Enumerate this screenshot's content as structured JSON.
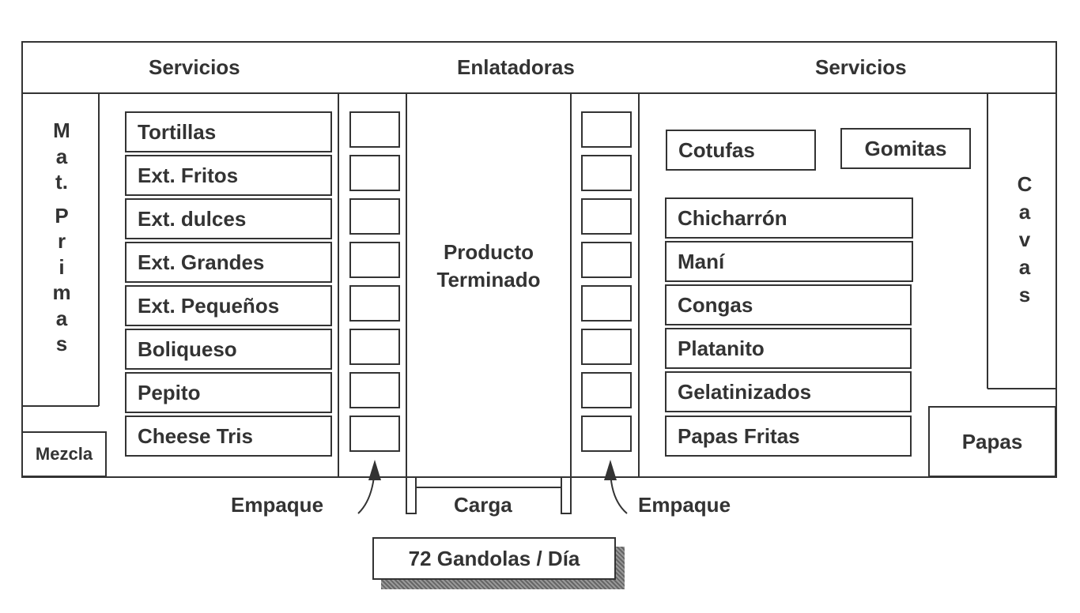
{
  "header": {
    "services_left": "Servicios",
    "canning": "Enlatadoras",
    "services_right": "Servicios"
  },
  "left_column": {
    "raw_materials": [
      "M",
      "a",
      "t.",
      "P",
      "r",
      "i",
      "m",
      "a",
      "s"
    ],
    "mix": "Mezcla"
  },
  "left_lines": [
    "Tortillas",
    "Ext. Fritos",
    "Ext. dulces",
    "Ext. Grandes",
    "Ext. Pequeños",
    "Boliqueso",
    "Pepito",
    "Cheese Tris"
  ],
  "finished_product": "Producto\nTerminado",
  "top_right_boxes": [
    "Cotufas",
    "Gomitas"
  ],
  "right_lines": [
    "Chicharrón",
    "Maní",
    "Congas",
    "Platanito",
    "Gelatinizados",
    "Papas Fritas"
  ],
  "right_column": {
    "cold_storage": [
      "C",
      "a",
      "v",
      "a",
      "s"
    ],
    "potatoes": "Papas"
  },
  "bottom": {
    "packing_left": "Empaque",
    "loading": "Carga",
    "packing_right": "Empaque",
    "trucks": "72 Gandolas / Día"
  }
}
